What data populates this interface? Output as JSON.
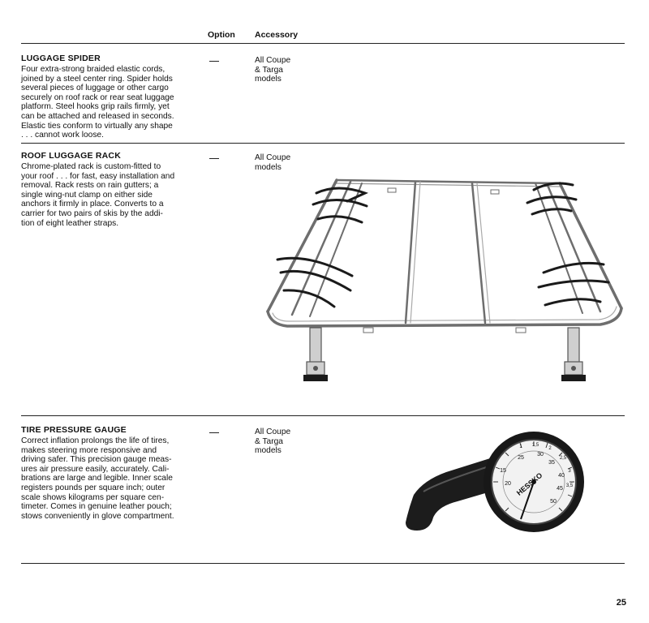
{
  "header": {
    "option_label": "Option",
    "accessory_label": "Accessory"
  },
  "items": [
    {
      "title": "LUGGAGE SPIDER",
      "lines": [
        "Four extra-strong braided elastic cords,",
        "joined by a steel center ring. Spider holds",
        "several pieces of luggage or other cargo",
        "securely on roof rack or rear seat luggage",
        "platform. Steel hooks grip rails firmly, yet",
        "can be attached and released in seconds.",
        "Elastic ties conform to virtually any shape",
        ". . . cannot work loose."
      ],
      "option": "—",
      "accessory": [
        "All Coupe",
        "& Targa",
        "models"
      ]
    },
    {
      "title": "ROOF LUGGAGE RACK",
      "lines": [
        "Chrome-plated rack is custom-fitted to",
        "your roof . . . for fast, easy installation and",
        "removal. Rack rests on rain gutters; a",
        "single wing-nut clamp on either side",
        "anchors it firmly in place. Converts to a",
        "carrier for two pairs of skis by the addi-",
        "tion of eight leather straps."
      ],
      "option": "—",
      "accessory": [
        "All Coupe",
        "models"
      ]
    },
    {
      "title": "TIRE PRESSURE GAUGE",
      "lines": [
        "Correct inflation prolongs the life of tires,",
        "makes steering more responsive and",
        "driving safer. This precision gauge meas-",
        "ures air pressure easily, accurately. Cali-",
        "brations are large and legible. Inner scale",
        "registers pounds per square inch; outer",
        "scale shows kilograms per square cen-",
        "timeter. Comes in genuine leather pouch;",
        "stows conveniently in glove compartment."
      ],
      "option": "—",
      "accessory": [
        "All Coupe",
        "& Targa",
        "models"
      ]
    }
  ],
  "gauge": {
    "brand": "HESSKO",
    "inner_scale": [
      "15",
      "20",
      "25",
      "30",
      "35",
      "40",
      "45",
      "50"
    ],
    "outer_scale": [
      "1",
      "1,5",
      "2",
      "2,5",
      "3",
      "3,5"
    ]
  },
  "page_number": "25"
}
